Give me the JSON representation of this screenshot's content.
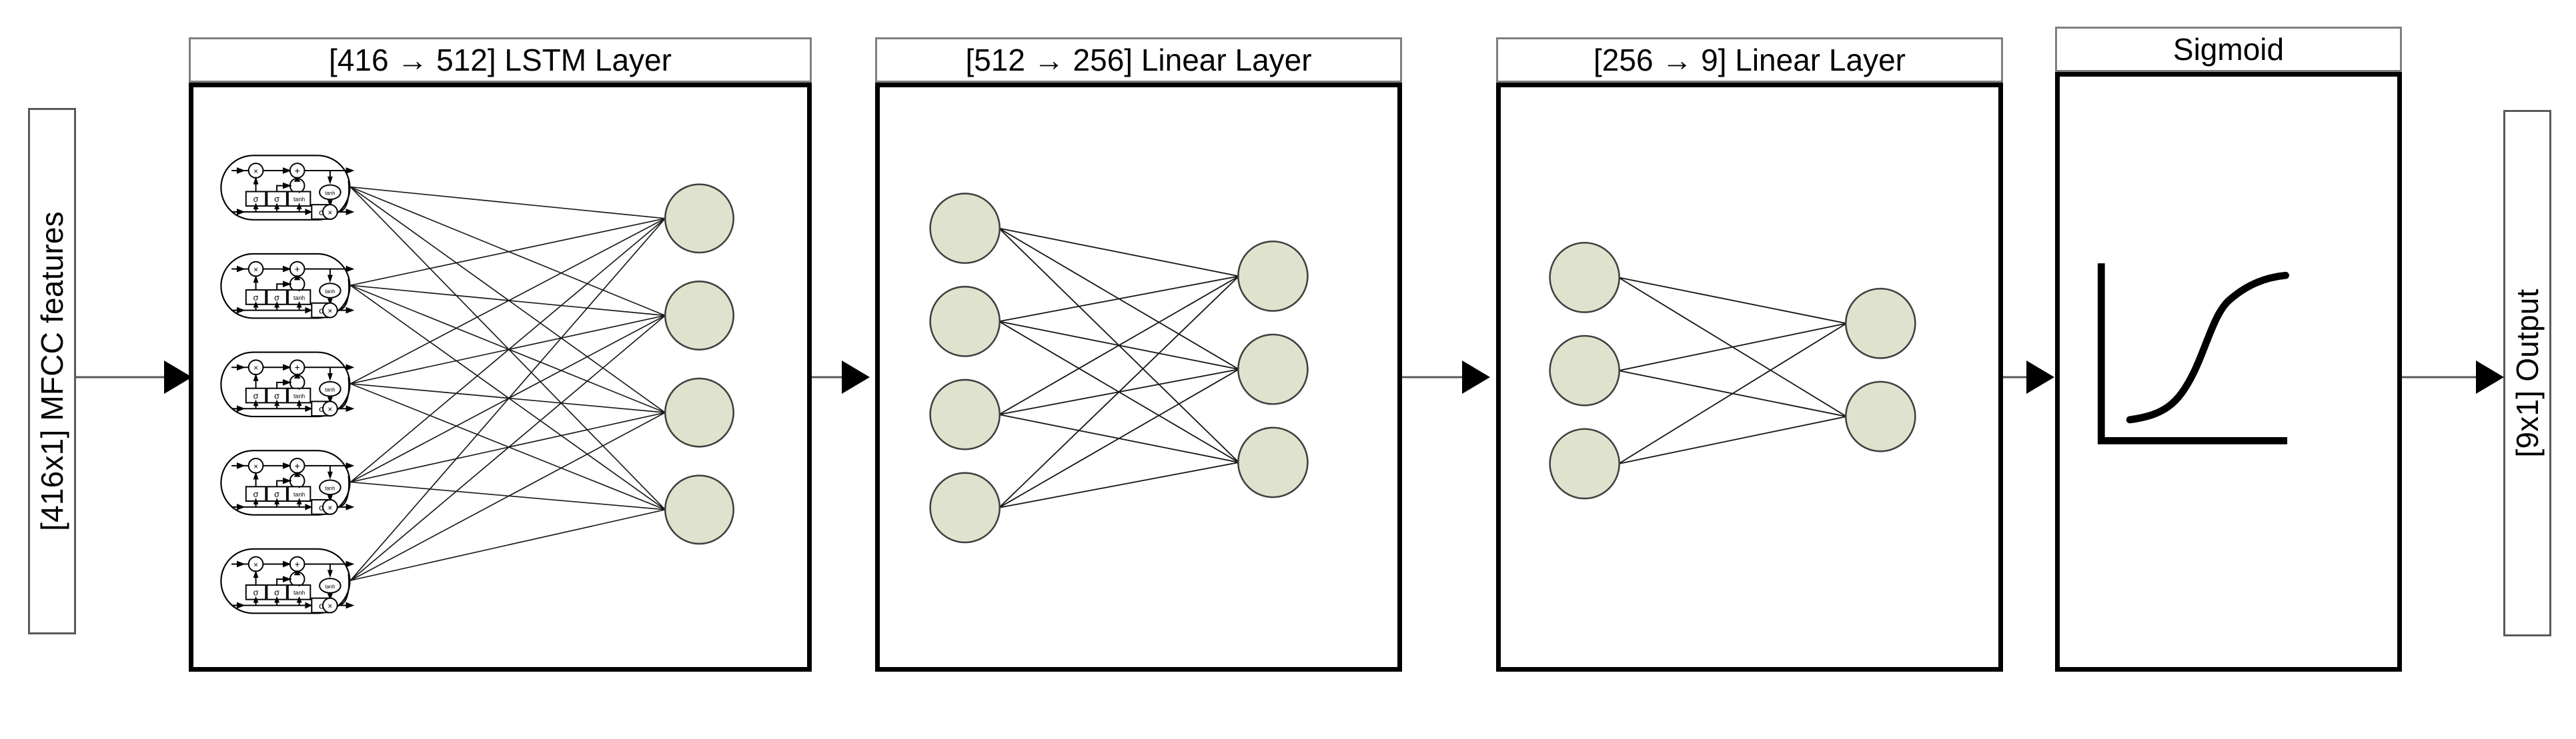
{
  "diagram": {
    "title": "LSTM audio classification network architecture",
    "background": "#ffffff",
    "neuron_fill": "#dfe3cd",
    "neuron_stroke": "#404040",
    "box_stroke": "#000000",
    "head_stroke": "#7f7f7f",
    "arrow_color": "#000000"
  },
  "input": {
    "label": "[416x1] MFCC features",
    "orientation": "vertical-bottom-to-top"
  },
  "output": {
    "label": "[9x1] Output",
    "orientation": "vertical-bottom-to-top"
  },
  "layers": [
    {
      "id": "lstm",
      "header": "[416 → 512] LSTM Layer",
      "kind": "lstm",
      "source_count": 5,
      "source_type": "lstm-cell",
      "target_count": 4,
      "target_type": "neuron",
      "fully_connected": true
    },
    {
      "id": "linear1",
      "header": "[512 → 256] Linear Layer",
      "kind": "linear",
      "source_count": 4,
      "source_type": "neuron",
      "target_count": 3,
      "target_type": "neuron",
      "fully_connected": true
    },
    {
      "id": "linear2",
      "header": "[256 → 9] Linear Layer",
      "kind": "linear",
      "source_count": 3,
      "source_type": "neuron",
      "target_count": 2,
      "target_type": "neuron",
      "fully_connected": true
    },
    {
      "id": "sigmoid",
      "header": "Sigmoid",
      "kind": "activation",
      "glyph": "sigmoid-curve-plot"
    }
  ],
  "lstm_cell": {
    "gates": [
      "σ",
      "σ",
      "tanh",
      "σ"
    ],
    "operators": [
      "×",
      "+",
      "×"
    ],
    "activation_nodes": [
      "tanh"
    ]
  },
  "connectors": [
    {
      "from": "input",
      "to": "lstm"
    },
    {
      "from": "lstm",
      "to": "linear1"
    },
    {
      "from": "linear1",
      "to": "linear2"
    },
    {
      "from": "linear2",
      "to": "sigmoid"
    },
    {
      "from": "sigmoid",
      "to": "output"
    }
  ]
}
